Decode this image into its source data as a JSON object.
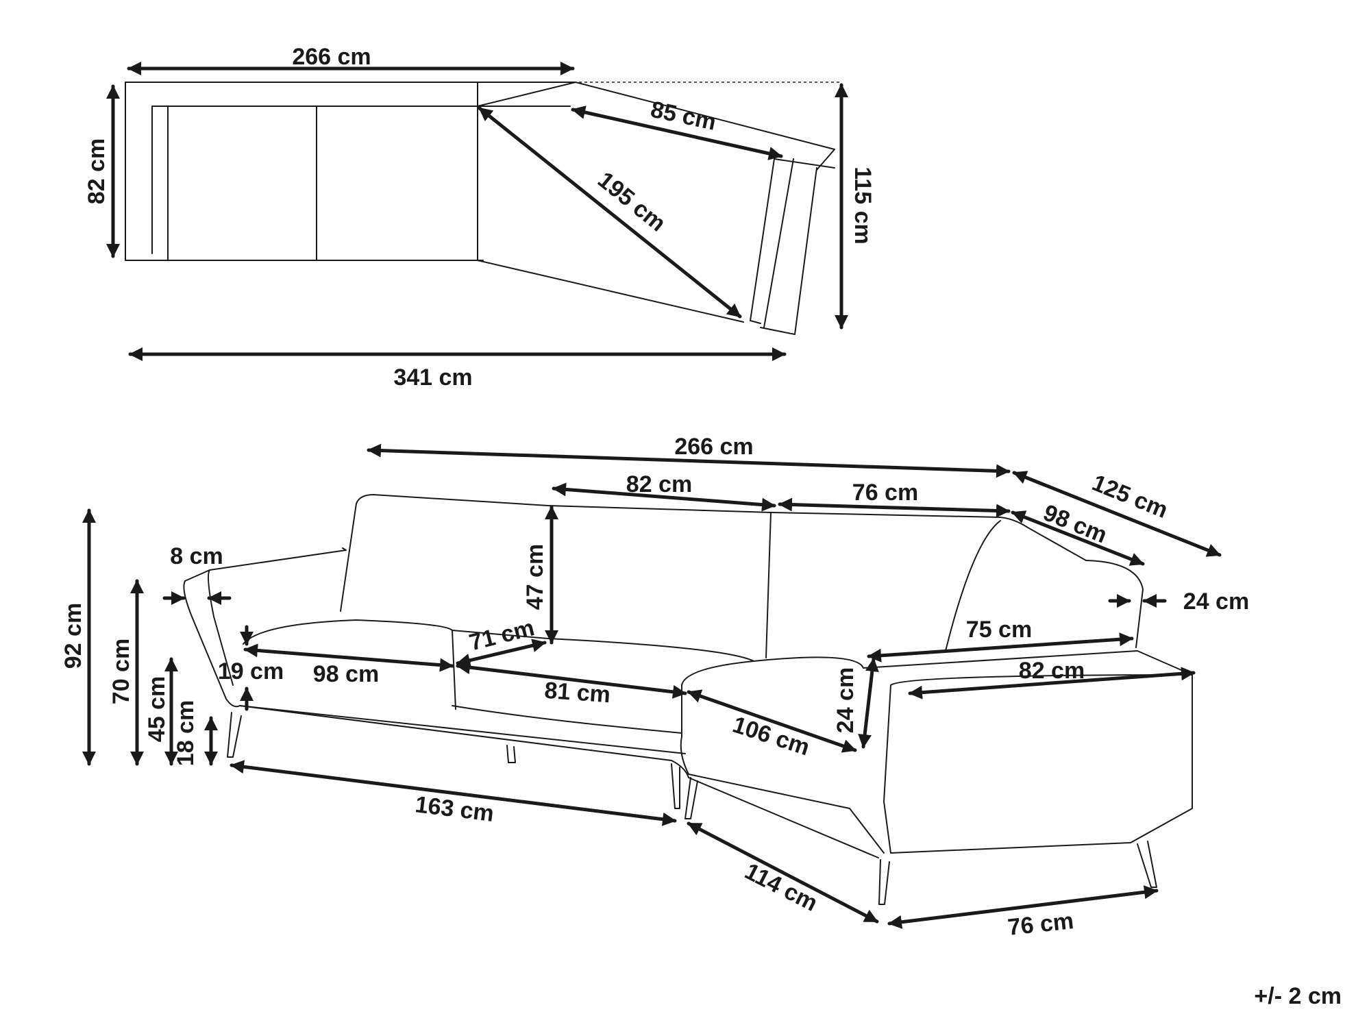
{
  "top_view": {
    "width_back": "266 cm",
    "depth_left": "82 cm",
    "chaise_length": "85 cm",
    "diagonal": "195 cm",
    "total_depth": "115 cm",
    "total_width": "341 cm"
  },
  "perspective_view": {
    "total_back": "266 cm",
    "chaise_side": "125 cm",
    "seat_cushion_2": "82 cm",
    "seat_cushion_3": "76 cm",
    "chaise_back": "98 cm",
    "arm_width_left": "8 cm",
    "back_height": "47 cm",
    "arm_width_right": "24 cm",
    "total_height": "92 cm",
    "arm_height": "70 cm",
    "seat_height": "45 cm",
    "leg_height": "18 cm",
    "seat_thickness": "19 cm",
    "cushion_1": "98 cm",
    "seat_depth_middle": "71 cm",
    "cushion_2": "81 cm",
    "chaise_inner_75": "75 cm",
    "chaise_inner_82": "82 cm",
    "chaise_diag": "106 cm",
    "chaise_arm_height": "24 cm",
    "base_length": "163 cm",
    "chaise_base": "114 cm",
    "chaise_front": "76 cm"
  },
  "tolerance": "+/- 2 cm"
}
